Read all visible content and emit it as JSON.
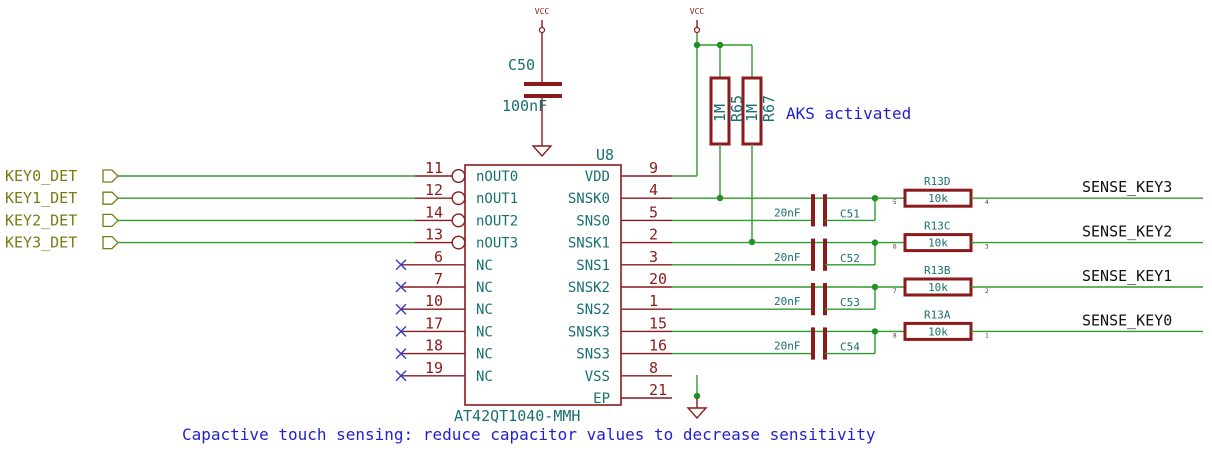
{
  "power": {
    "vcc_left": "VCC",
    "vcc_right": "VCC"
  },
  "cap_c50": {
    "ref": "C50",
    "value": "100nF"
  },
  "resistors_pullup": [
    {
      "value": "1M",
      "ref": "R65"
    },
    {
      "value": "1M",
      "ref": "R67"
    }
  ],
  "aks_note": "AKS activated",
  "ic": {
    "ref": "U8",
    "part": "AT42QT1040-MMH",
    "left_pins": [
      {
        "num": "11",
        "name": "nOUT0"
      },
      {
        "num": "12",
        "name": "nOUT1"
      },
      {
        "num": "14",
        "name": "nOUT2"
      },
      {
        "num": "13",
        "name": "nOUT3"
      },
      {
        "num": "6",
        "name": "NC"
      },
      {
        "num": "7",
        "name": "NC"
      },
      {
        "num": "10",
        "name": "NC"
      },
      {
        "num": "17",
        "name": "NC"
      },
      {
        "num": "18",
        "name": "NC"
      },
      {
        "num": "19",
        "name": "NC"
      }
    ],
    "right_pins": [
      {
        "num": "9",
        "name": "VDD"
      },
      {
        "num": "4",
        "name": "SNSK0"
      },
      {
        "num": "5",
        "name": "SNS0"
      },
      {
        "num": "2",
        "name": "SNSK1"
      },
      {
        "num": "3",
        "name": "SNS1"
      },
      {
        "num": "20",
        "name": "SNSK2"
      },
      {
        "num": "1",
        "name": "SNS2"
      },
      {
        "num": "15",
        "name": "SNSK3"
      },
      {
        "num": "16",
        "name": "SNS3"
      },
      {
        "num": "8",
        "name": "VSS"
      },
      {
        "num": "21",
        "name": "EP"
      }
    ]
  },
  "global_labels": [
    "KEY0_DET",
    "KEY1_DET",
    "KEY2_DET",
    "KEY3_DET"
  ],
  "sense_caps": [
    {
      "value": "20nF",
      "ref": "C51"
    },
    {
      "value": "20nF",
      "ref": "C52"
    },
    {
      "value": "20nF",
      "ref": "C53"
    },
    {
      "value": "20nF",
      "ref": "C54"
    }
  ],
  "series_resistors": [
    {
      "ref": "R13D",
      "value": "10k",
      "pin_l": "5",
      "pin_r": "4"
    },
    {
      "ref": "R13C",
      "value": "10k",
      "pin_l": "6",
      "pin_r": "3"
    },
    {
      "ref": "R13B",
      "value": "10k",
      "pin_l": "7",
      "pin_r": "2"
    },
    {
      "ref": "R13A",
      "value": "10k",
      "pin_l": "8",
      "pin_r": "1"
    }
  ],
  "net_labels": [
    "SENSE_KEY3",
    "SENSE_KEY2",
    "SENSE_KEY1",
    "SENSE_KEY0"
  ],
  "footer_note": "Capactive touch sensing: reduce capacitor values to decrease sensitivity"
}
